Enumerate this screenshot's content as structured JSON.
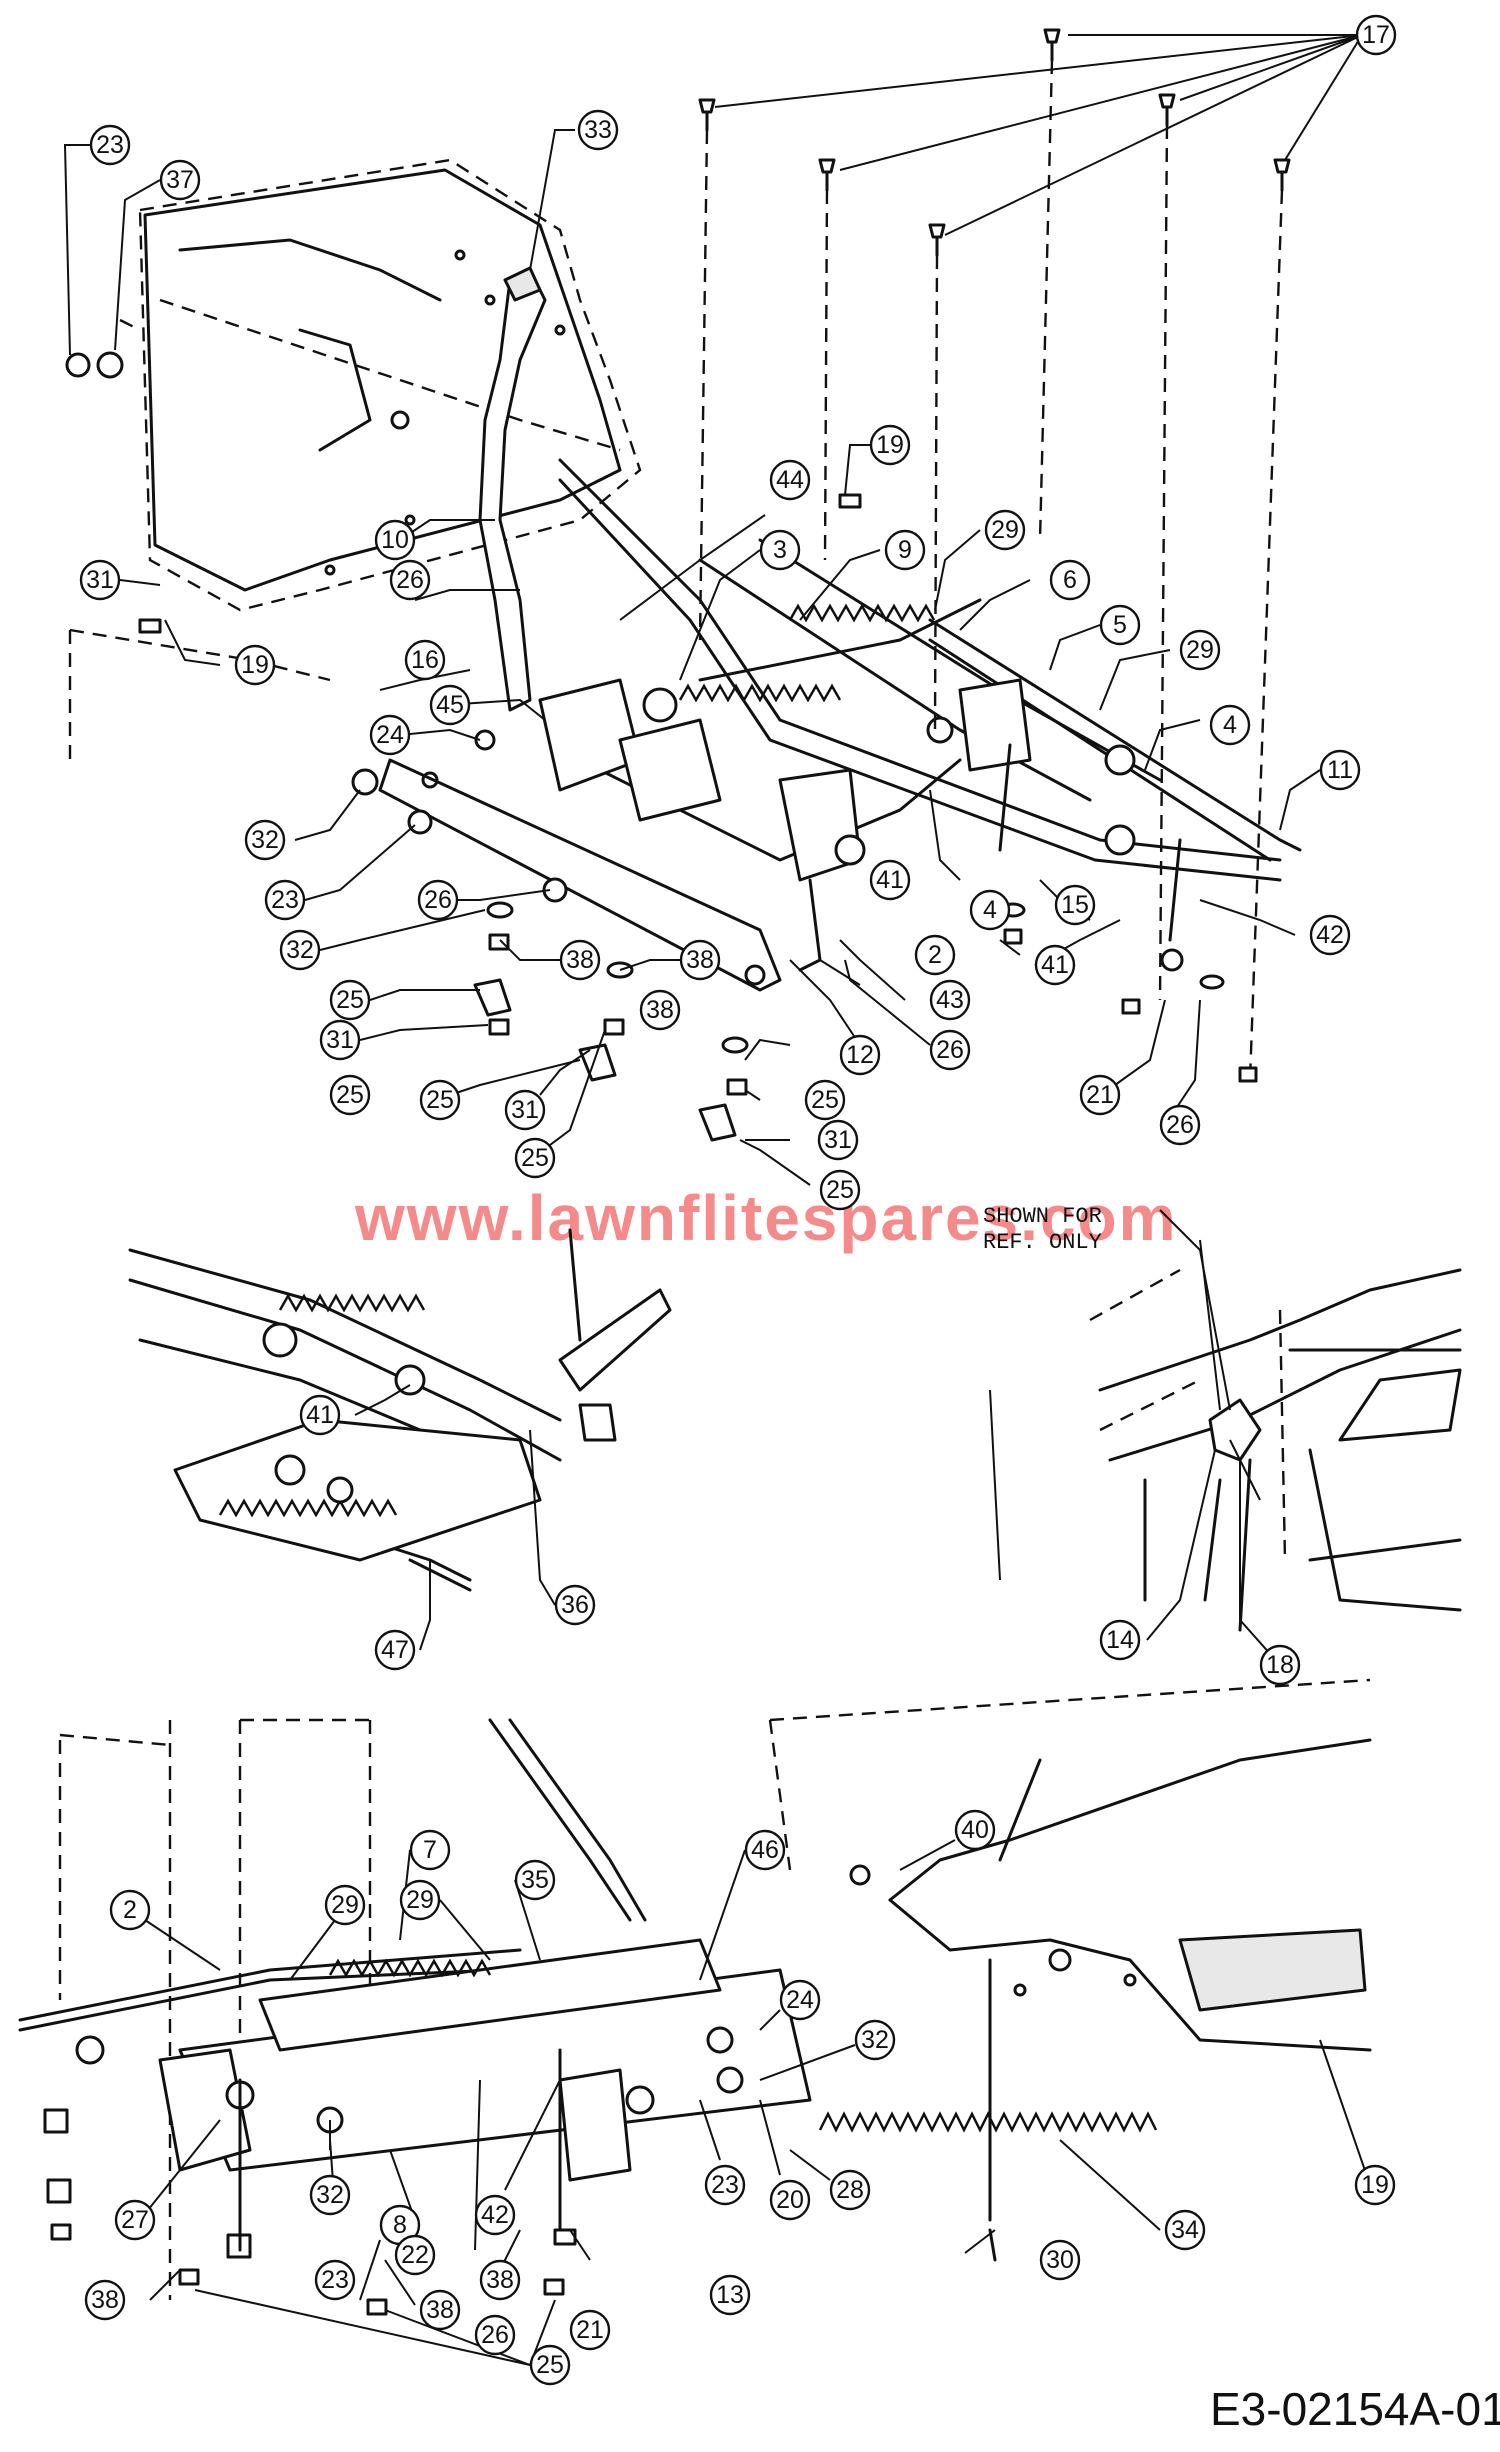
{
  "watermark": "www.lawnflitespares.com",
  "reference_note": {
    "line1": "SHOWN FOR",
    "line2": "REF. ONLY"
  },
  "diagram_code": "E3-02154A-01",
  "callouts": {
    "c17": "17",
    "c23a": "23",
    "c37": "37",
    "c33": "33",
    "c19a": "19",
    "c44": "44",
    "c9": "9",
    "c29a": "29",
    "c6": "6",
    "c5": "5",
    "c29b": "29",
    "c3": "3",
    "c10": "10",
    "c31a": "31",
    "c26a": "26",
    "c19b": "19",
    "c16": "16",
    "c45": "45",
    "c24a": "24",
    "c4a": "4",
    "c11": "11",
    "c32a": "32",
    "c23b": "23",
    "c26b": "26",
    "c32b": "32",
    "c38a": "38",
    "c25a": "25",
    "c31b": "31",
    "c25b": "25",
    "c38b": "38",
    "c41a": "41",
    "c4b": "4",
    "c15": "15",
    "c42a": "42",
    "c2a": "2",
    "c43": "43",
    "c41b": "41",
    "c38c": "38",
    "c12": "12",
    "c26c": "26",
    "c25c": "25",
    "c31c": "31",
    "c25d": "25",
    "c31d": "31",
    "c25e": "25",
    "c25f": "25",
    "c21a": "21",
    "c26d": "26",
    "c41c": "41",
    "c36": "36",
    "c47": "47",
    "c14": "14",
    "c18": "18",
    "c7": "7",
    "c35": "35",
    "c46": "46",
    "c40": "40",
    "c2b": "2",
    "c29c": "29",
    "c29d": "29",
    "c24b": "24",
    "c32c": "32",
    "c27": "27",
    "c32d": "32",
    "c8": "8",
    "c42b": "42",
    "c22": "22",
    "c23c": "23",
    "c20": "20",
    "c28": "28",
    "c34": "34",
    "c19c": "19",
    "c38d": "38",
    "c38e": "38",
    "c38f": "38",
    "c26e": "26",
    "c21b": "21",
    "c13": "13",
    "c30": "30",
    "c23d": "23",
    "c25g": "25"
  }
}
